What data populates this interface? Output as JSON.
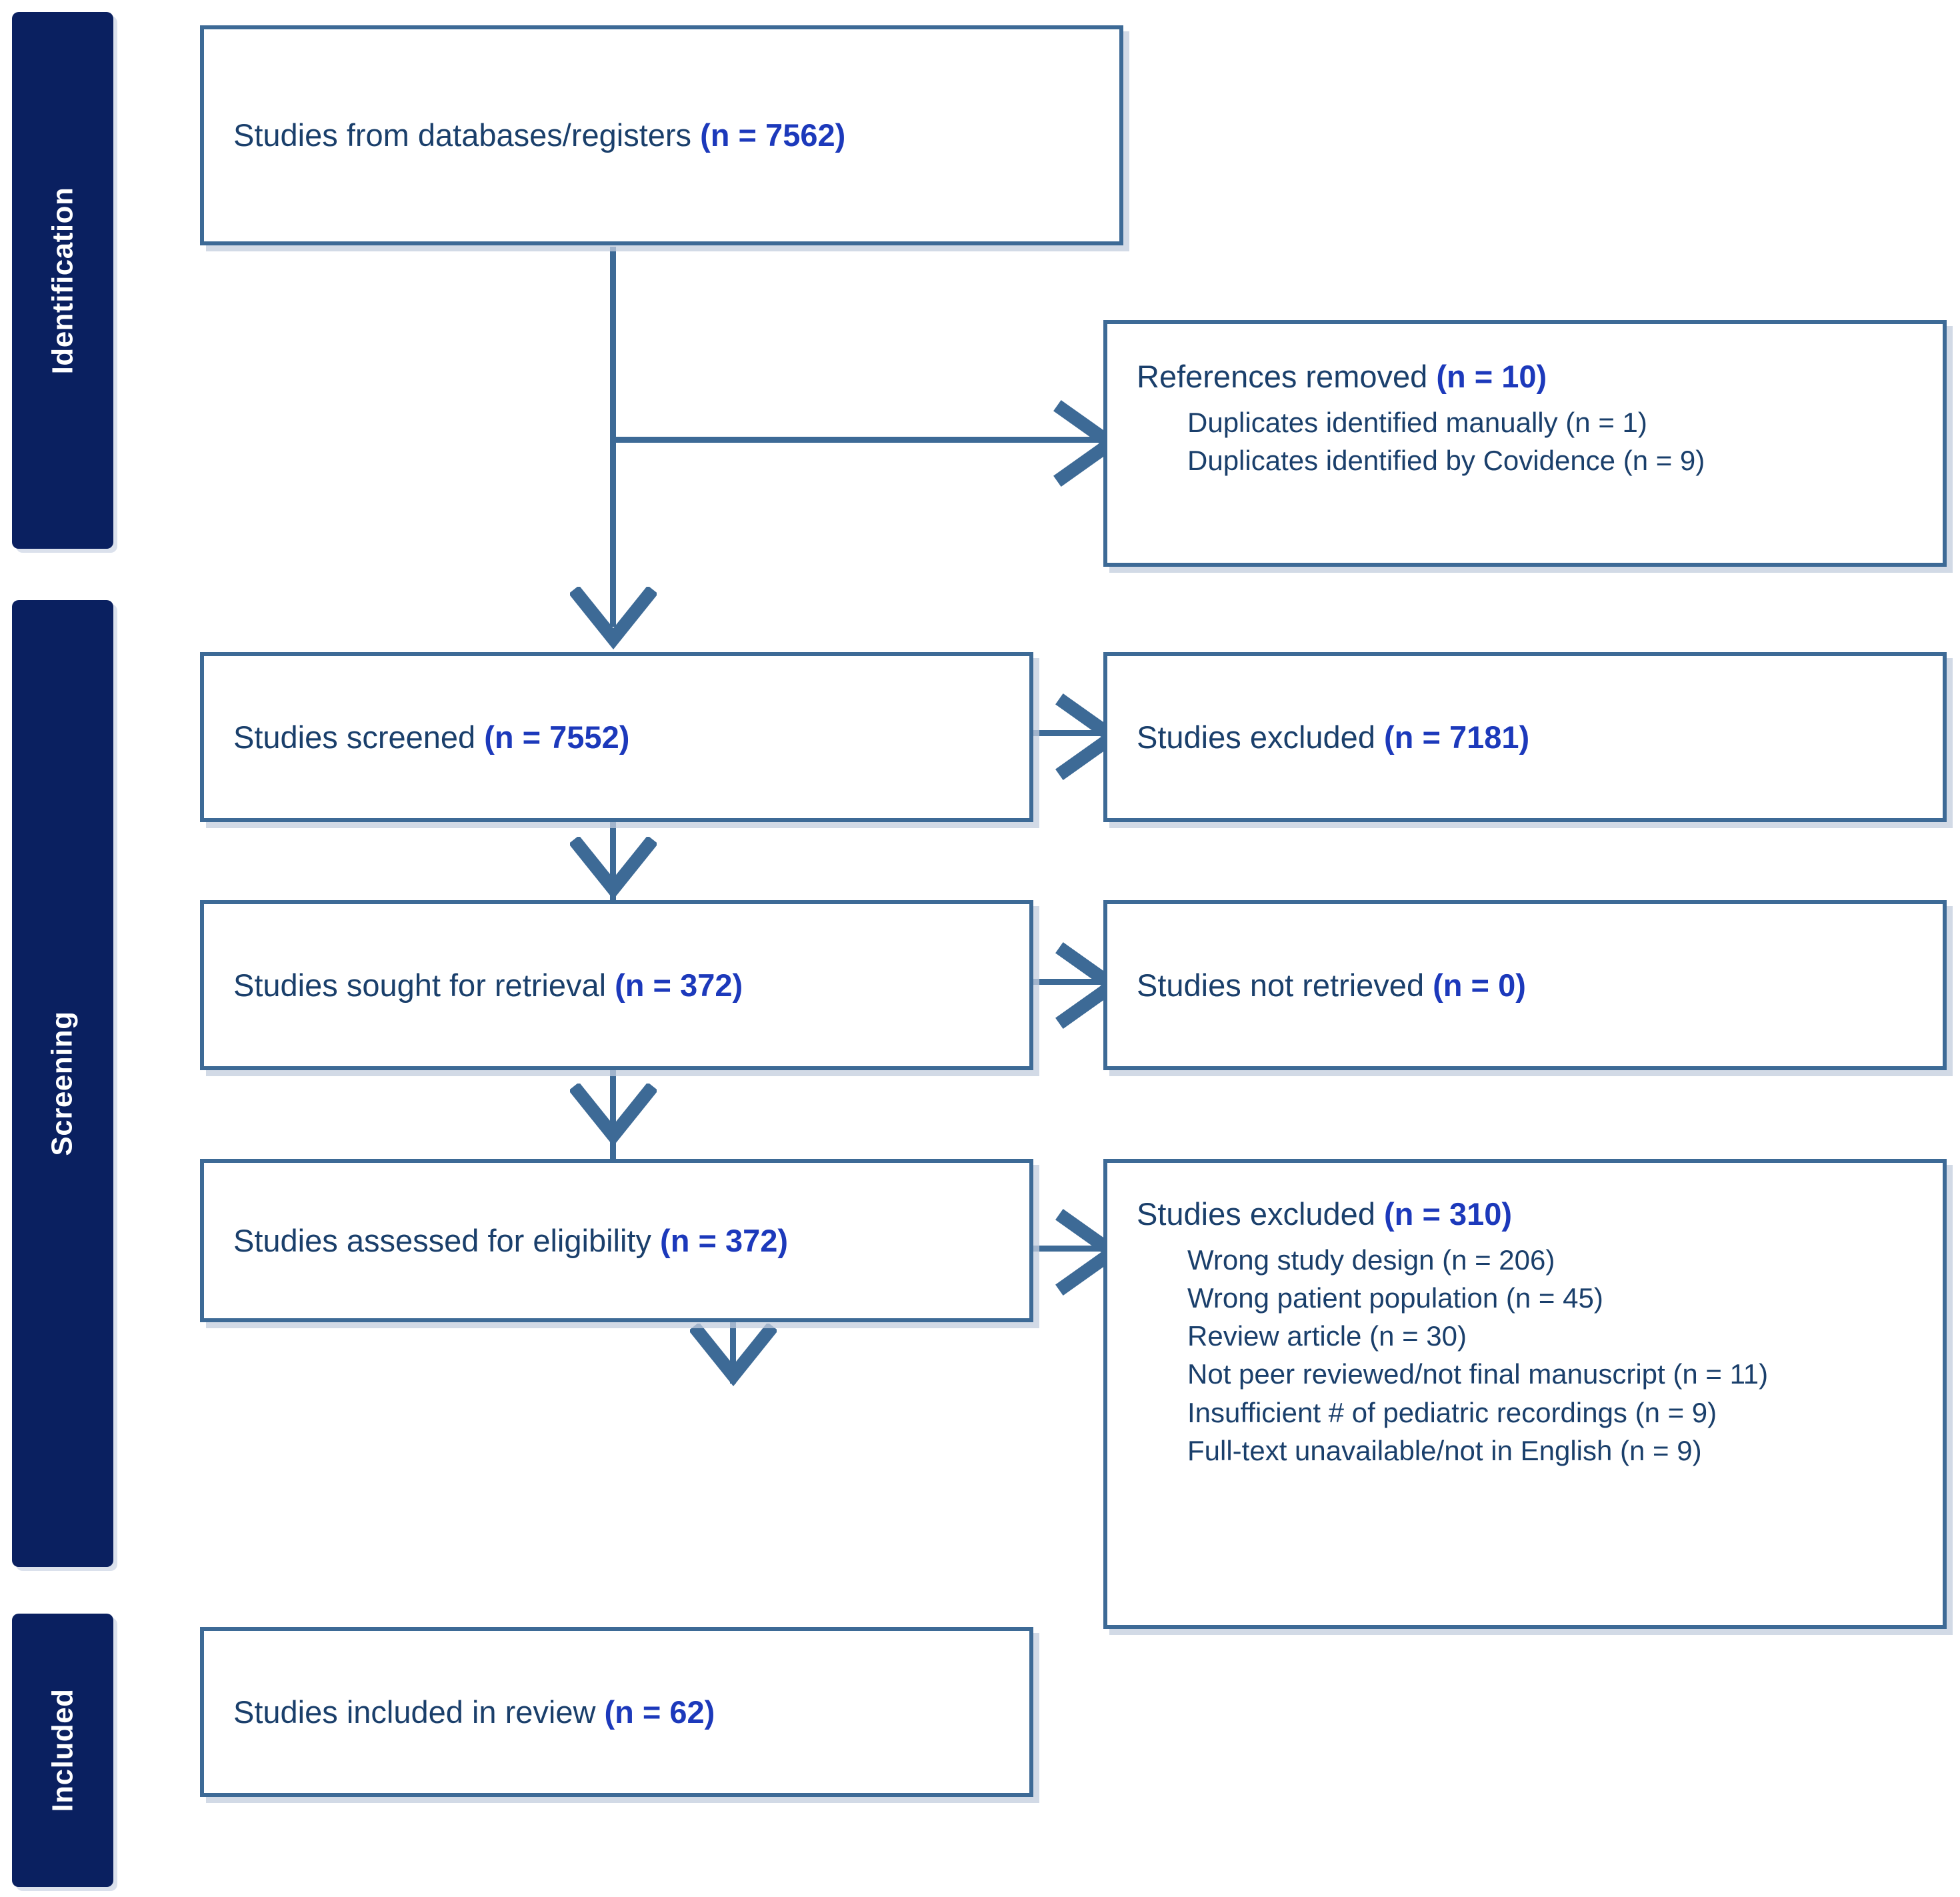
{
  "diagram": {
    "type": "prisma-flow-diagram",
    "accent_border": "#3d6a96",
    "stage_bar_color": "#0a2060",
    "count_color": "#1c39bb",
    "text_color": "#1a3f6b"
  },
  "stages": [
    {
      "label": "Identification"
    },
    {
      "label": "Screening"
    },
    {
      "label": "Included"
    }
  ],
  "nodes": {
    "databases": {
      "label": "Studies from databases/registers",
      "count": "(n = 7562)"
    },
    "references_removed": {
      "label": "References removed",
      "count": "(n = 10)",
      "reasons": [
        "Duplicates identified manually (n = 1)",
        "Duplicates identified by Covidence (n = 9)"
      ]
    },
    "screened": {
      "label": "Studies screened",
      "count": "(n = 7552)"
    },
    "screened_excluded": {
      "label": "Studies excluded",
      "count": "(n = 7181)"
    },
    "sought": {
      "label": "Studies sought for retrieval",
      "count": "(n = 372)"
    },
    "not_retrieved": {
      "label": "Studies not retrieved",
      "count": "(n = 0)"
    },
    "eligibility": {
      "label": "Studies assessed for eligibility",
      "count": "(n = 372)"
    },
    "eligibility_excluded": {
      "label": "Studies excluded",
      "count": "(n = 310)",
      "reasons": [
        "Wrong study design (n = 206)",
        "Wrong patient population (n = 45)",
        "Review article (n = 30)",
        "Not peer reviewed/not final manuscript (n = 11)",
        "Insufficient # of pediatric recordings (n = 9)",
        "Full-text unavailable/not in English (n = 9)"
      ]
    },
    "included": {
      "label": "Studies included in review",
      "count": "(n = 62)"
    }
  }
}
